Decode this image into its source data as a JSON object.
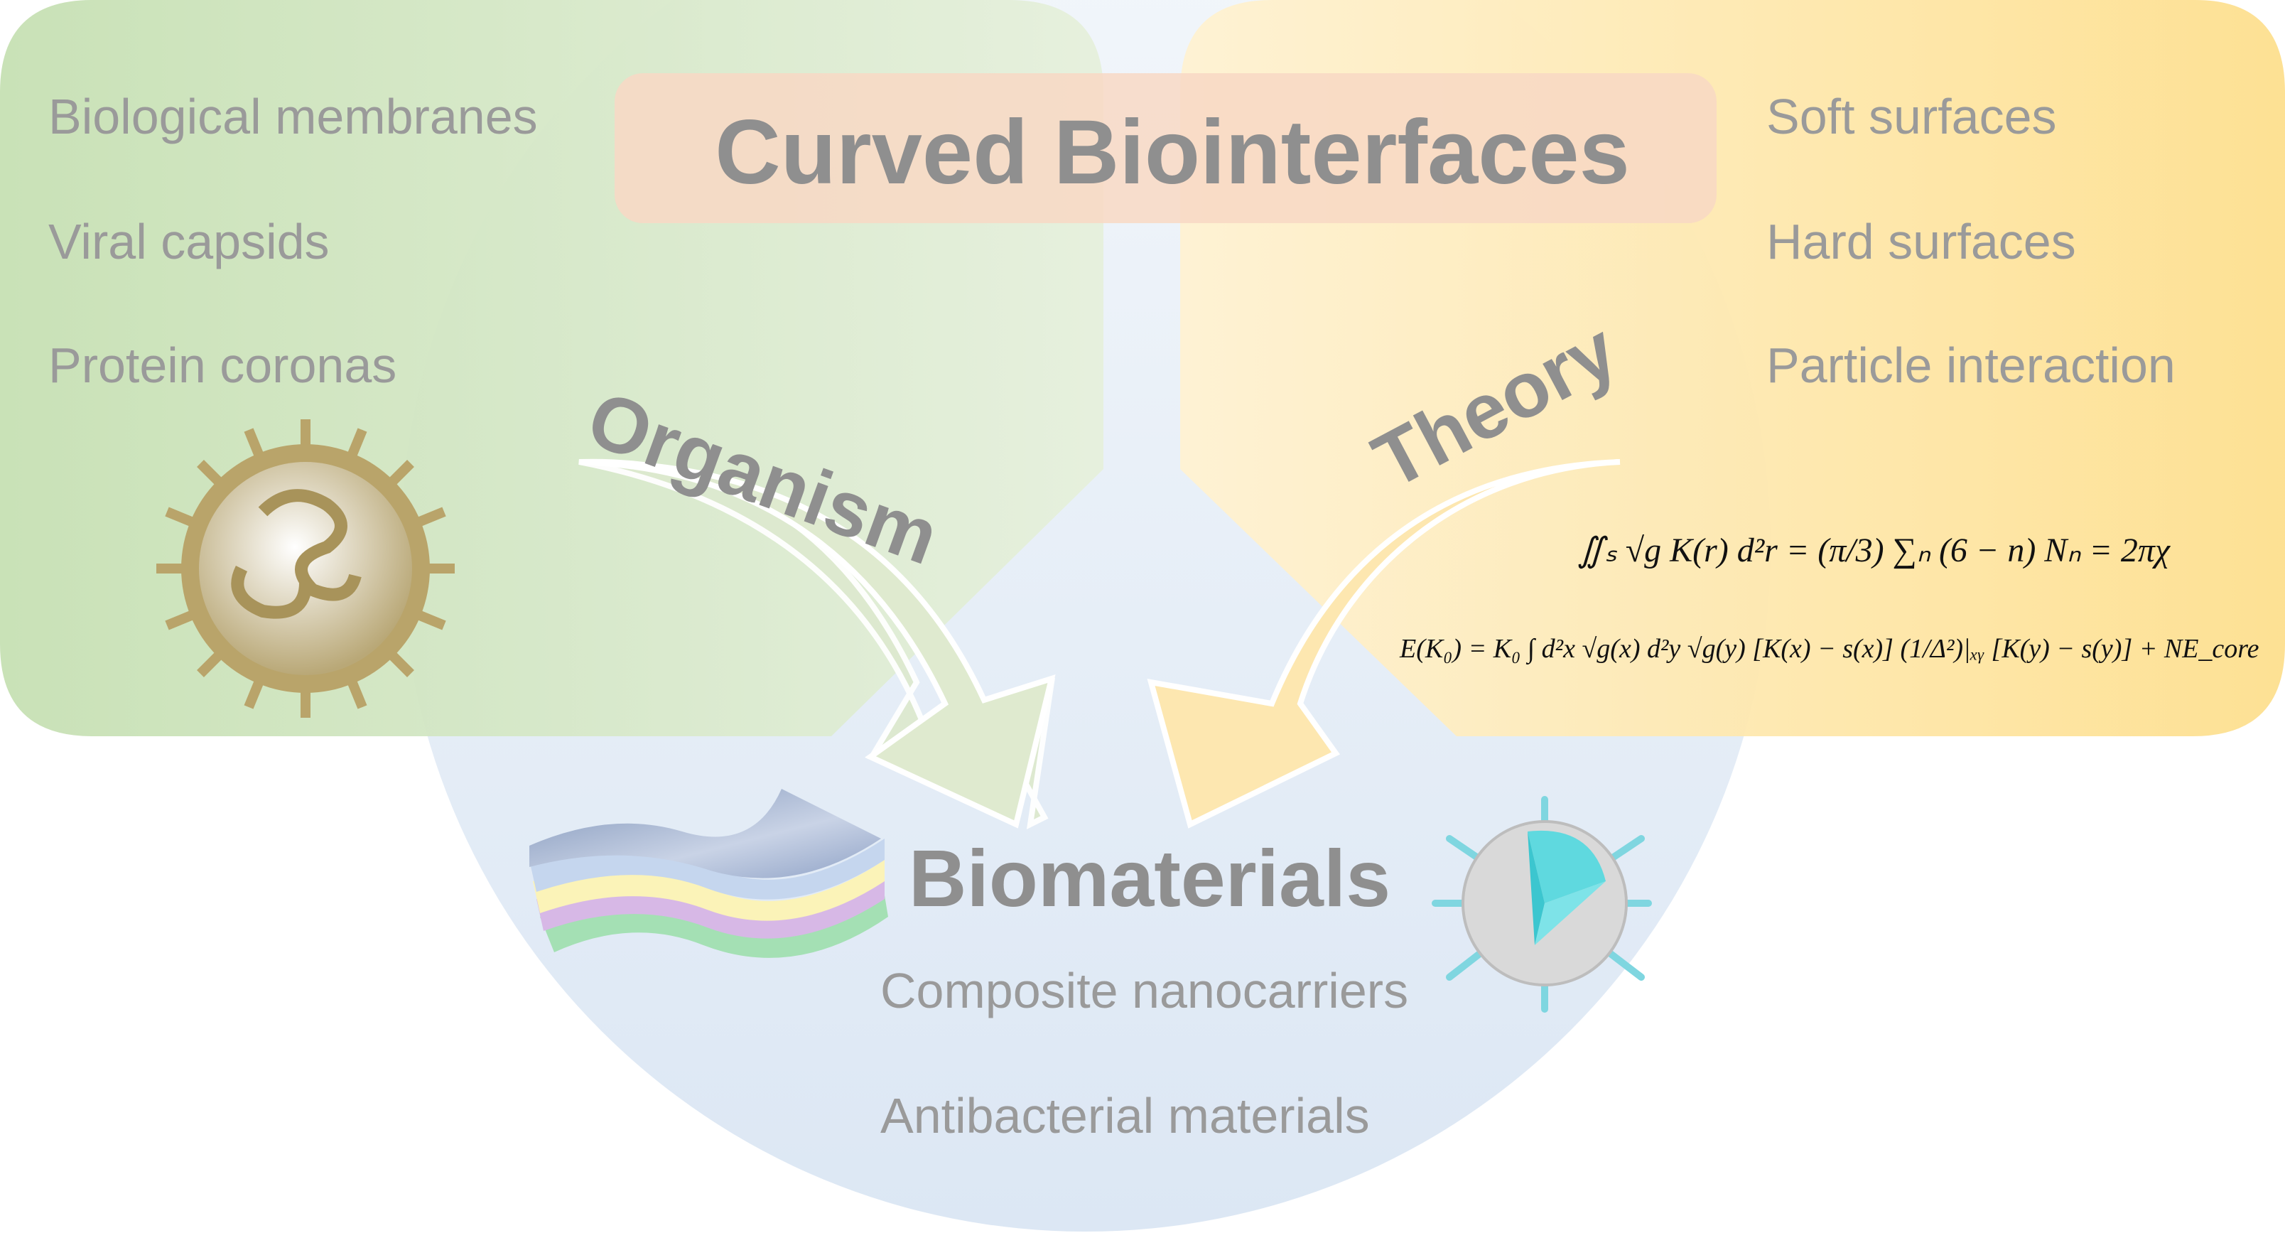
{
  "title": "Curved Biointerfaces",
  "organism": {
    "label": "Organism",
    "items": [
      "Biological membranes",
      "Viral capsids",
      "Protein coronas"
    ]
  },
  "theory": {
    "label": "Theory",
    "items": [
      "Soft surfaces",
      "Hard surfaces",
      "Particle interaction"
    ],
    "equations": [
      "∬ₛ √g K(r) d²r = (π/3) ∑ₙ (6 − n) Nₙ = 2πχ",
      "E(K₀) = K₀ ∫ d²x √g(x) d²y √g(y) [K(x) − s(x)] (1/Δ²)|ₓᵧ [K(y) − s(y)] + NE_core"
    ]
  },
  "biomaterials": {
    "label": "Biomaterials",
    "items": [
      "Composite nanocarriers",
      "Antibacterial materials"
    ]
  },
  "colors": {
    "green": "#c9e2b8",
    "yellow": "#fde4a0",
    "blue": "#dde8f4",
    "title_box": "#f8d8c4",
    "text": "#9a9a9a"
  }
}
